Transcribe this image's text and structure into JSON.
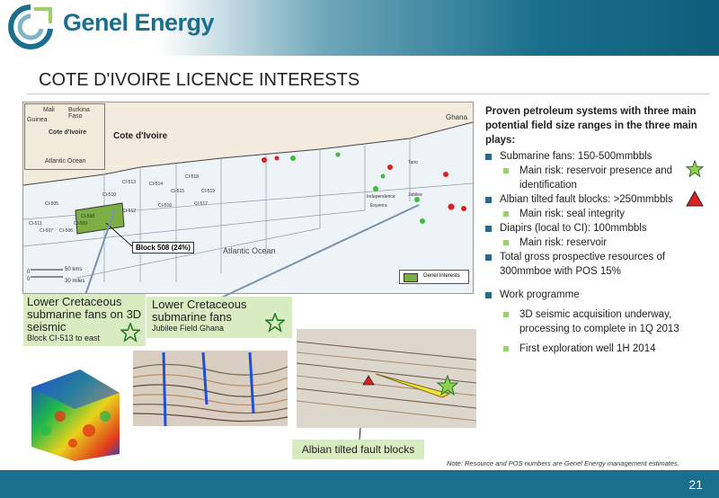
{
  "header": {
    "logo_text": "Genel Energy"
  },
  "page": {
    "title": "COTE D'IVOIRE LICENCE INTERESTS",
    "number": "21"
  },
  "map": {
    "country_label": "Cote d'Ivoire",
    "ocean_label": "Atlantic Ocean",
    "ghana_label": "Ghana",
    "inset_labels": {
      "mali": "Mali",
      "burkina": "Burkina Faso",
      "guinea": "Guinea",
      "cote": "Cote d'Ivoire",
      "ocean": "Atlantic Ocean"
    },
    "block_label": "Block 508 (24%)",
    "legend_label": "Genel Interests",
    "scale_km": "50 kms",
    "scale_miles": "30 miles",
    "scale_zero": "0",
    "place_labels": {
      "independence": "Independence",
      "enyenra": "Enyenra",
      "jubilee": "Jubilee",
      "tano": "Tano"
    },
    "block_codes": [
      "CI-505",
      "CI-506",
      "CI-507",
      "CI-508",
      "CI-509",
      "CI-510",
      "CI-511",
      "CI-512",
      "CI-513",
      "CI-514",
      "CI-515",
      "CI-516",
      "CI-517",
      "CI-518",
      "CI-519"
    ]
  },
  "callouts": {
    "left": {
      "line1": "Lower  Cretaceous",
      "line2": "submarine fans on 3D",
      "line3": "seismic",
      "sub": "Block CI-513 to east"
    },
    "mid": {
      "line1": "Lower  Cretaceous",
      "line2": "submarine fans",
      "sub": "Jubilee Field Ghana"
    },
    "albian": "Albian tilted fault blocks"
  },
  "bullets": {
    "lead": "Proven petroleum systems with three main potential field size ranges in the three main plays:",
    "items": [
      {
        "text": "Submarine fans: 150-500mmbbls",
        "sub": "Main risk: reservoir presence and identification"
      },
      {
        "text": "Albian tilted fault blocks: >250mmbbls",
        "sub": "Main risk: seal integrity"
      },
      {
        "text": "Diapirs (local to CI): 100mmbbls",
        "sub": "Main risk: reservoir"
      },
      {
        "text": "Total gross prospective resources of 300mmboe with POS 15%"
      }
    ],
    "work_title": "Work programme",
    "work_items": [
      "3D seismic acquisition underway, processing to complete in 1Q 2013",
      "First exploration well 1H 2014"
    ]
  },
  "note": "Note: Resource and POS numbers are Genel Energy management estimates.",
  "colors": {
    "brand": "#1b6f8e",
    "callout": "#d8ebc1",
    "bullet_primary": "#1b6f8e",
    "bullet_secondary": "#9bcf6a",
    "star": "#8fd14f",
    "triangle": "#e02020"
  }
}
